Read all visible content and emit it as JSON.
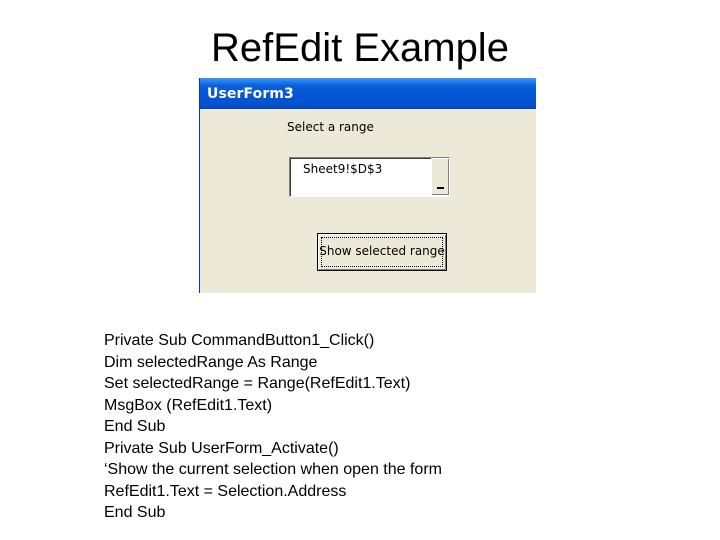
{
  "slide": {
    "title": "RefEdit Example"
  },
  "userform": {
    "title": "UserForm3",
    "range_label": "Select a range",
    "refedit_value": "Sheet9!$D$3",
    "button_label": "Show selected range"
  },
  "code": {
    "lines": [
      "Private Sub CommandButton1_Click()",
      "Dim selectedRange As Range",
      "Set selectedRange = Range(RefEdit1.Text)",
      "MsgBox (RefEdit1.Text)",
      "End Sub",
      "Private Sub UserForm_Activate()",
      "‘Show the current selection when open the form",
      "RefEdit1.Text = Selection.Address",
      "End Sub"
    ]
  },
  "colors": {
    "titlebar": "#0555d6",
    "form_background": "#ece9d8"
  },
  "icons": {
    "refedit_button": "collapse-dialog-icon"
  }
}
